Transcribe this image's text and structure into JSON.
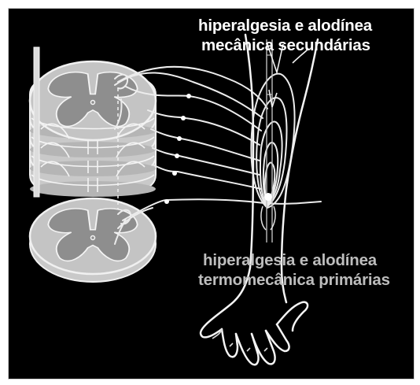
{
  "colors": {
    "background": "#000000",
    "frame": "#cfcfcf",
    "cord": "#c9c9c9",
    "grey_matter": "#8e8e8e",
    "line": "#ececec",
    "label_top": "#ffffff",
    "label_bottom": "#bdbdbd"
  },
  "labels": {
    "secondary": {
      "line1": "hiperalgesia e alodínea",
      "line2": "mecânica secundárias"
    },
    "primary": {
      "line1": "hiperalgesia e alodínea",
      "line2": "termomecânica primárias"
    }
  },
  "icons": [
    "spinal-cord-segments",
    "arm-and-hand-outline",
    "nerve-fibers",
    "zone-contours"
  ]
}
